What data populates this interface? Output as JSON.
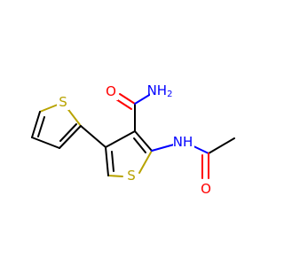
{
  "molecule": {
    "labels": {
      "sulfur_left_thiophene": "S",
      "sulfur_central_thiophene": "S",
      "oxygen_amide": "O",
      "nitrogen_amide_nh2": "NH",
      "amide_subscript": "2",
      "nitrogen_acetamido": "NH",
      "oxygen_acetyl": "O"
    },
    "colors": {
      "carbon_bond": "#000000",
      "sulfur": "#b8a300",
      "oxygen": "#ff0000",
      "nitrogen": "#0000ff",
      "background": "#ffffff"
    }
  }
}
